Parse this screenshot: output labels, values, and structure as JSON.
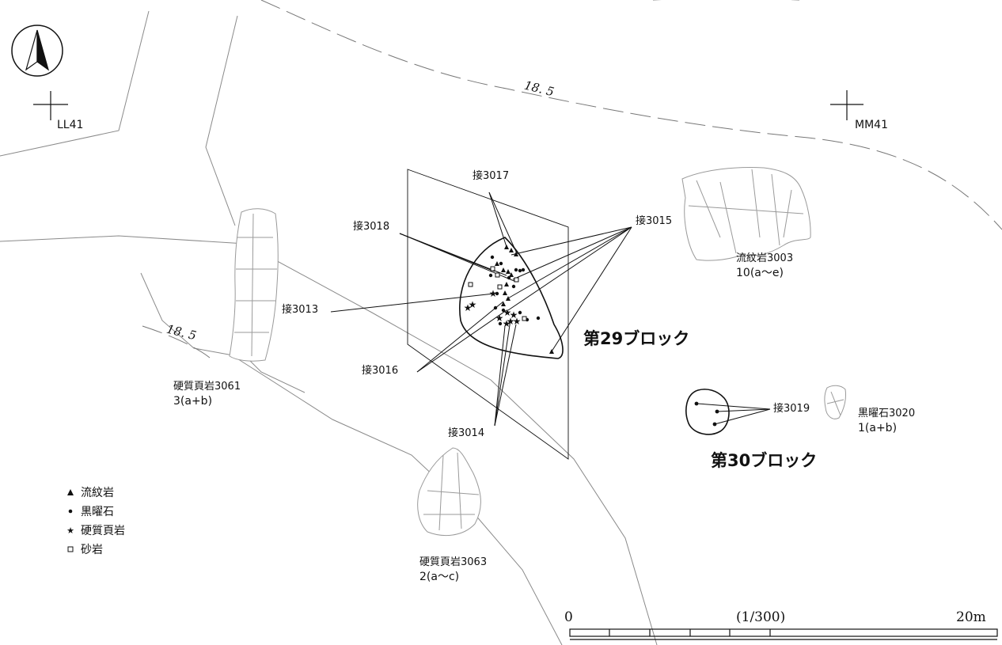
{
  "grid_points": [
    {
      "label": "LL41"
    },
    {
      "label": "MM41"
    }
  ],
  "contours": [
    {
      "label": "18. 5"
    },
    {
      "label": "18. 5"
    }
  ],
  "refits": {
    "r3017": "接3017",
    "r3018": "接3018",
    "r3015": "接3015",
    "r3013": "接3013",
    "r3016": "接3016",
    "r3014": "接3014",
    "r3019": "接3019"
  },
  "blocks": {
    "b29": "第29ブロック",
    "b30": "第30ブロック"
  },
  "artifacts": [
    {
      "name": "流紋岩3003",
      "count": "10(a〜e)"
    },
    {
      "name": "硬質頁岩3061",
      "count": "3(a+b)"
    },
    {
      "name": "硬質頁岩3063",
      "count": "2(a〜c)"
    },
    {
      "name": "黒曜石3020",
      "count": "1(a+b)"
    }
  ],
  "legend": [
    {
      "symbol": "triangle",
      "label": "流紋岩"
    },
    {
      "symbol": "dot",
      "label": "黒曜石"
    },
    {
      "symbol": "star",
      "label": "硬質頁岩"
    },
    {
      "symbol": "square",
      "label": "砂岩"
    }
  ],
  "scale": {
    "start": "0",
    "ratio": "(1/300)",
    "end": "20m"
  },
  "colors": {
    "ink": "#111111",
    "contour": "#777777",
    "topo": "#8a8a8a",
    "artifact_line": "#9a9a9a"
  }
}
